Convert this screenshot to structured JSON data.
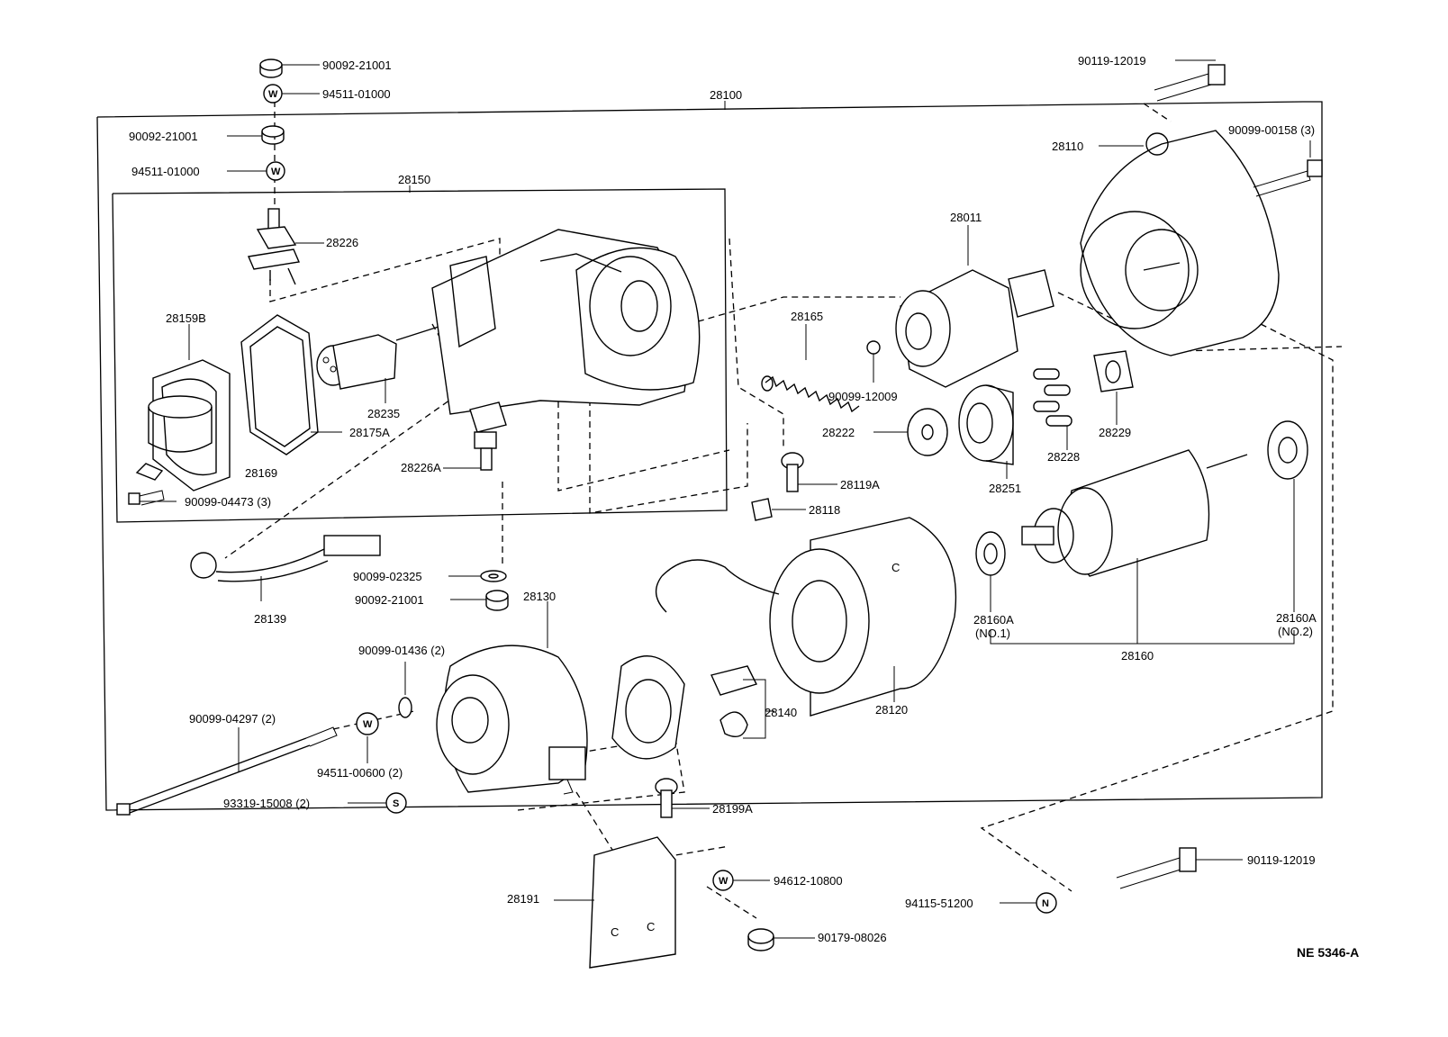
{
  "diagram": {
    "reference": "NE 5346-A",
    "assembly": "28100",
    "parts": {
      "p90092_21001_top": "90092-21001",
      "p94511_01000_top": "94511-01000",
      "p90092_21001_b": "90092-21001",
      "p94511_01000_b": "94511-01000",
      "p28150": "28150",
      "p28226": "28226",
      "p28159B": "28159B",
      "p28235": "28235",
      "p28175A": "28175A",
      "p28169": "28169",
      "p90099_04473": "90099-04473 (3)",
      "p28226A": "28226A",
      "p28139": "28139",
      "p90099_02325": "90099-02325",
      "p90092_21001_c": "90092-21001",
      "p28130": "28130",
      "p90099_01436": "90099-01436 (2)",
      "p90099_04297": "90099-04297 (2)",
      "p94511_00600": "94511-00600 (2)",
      "p93319_15008": "93319-15008 (2)",
      "p28191": "28191",
      "p94612_10800": "94612-10800",
      "p90179_08026": "90179-08026",
      "p28199A": "28199A",
      "p28140": "28140",
      "p28120": "28120",
      "p28119A": "28119A",
      "p28118": "28118",
      "p28165": "28165",
      "p90099_12009": "90099-12009",
      "p28222": "28222",
      "p28011": "28011",
      "p28251": "28251",
      "p28228": "28228",
      "p28229": "28229",
      "p28110": "28110",
      "p90119_12019_top": "90119-12019",
      "p90099_00158": "90099-00158 (3)",
      "p28160A_1": "28160A",
      "p28160A_1_note": "(NO.1)",
      "p28160A_2": "28160A",
      "p28160A_2_note": "(NO.2)",
      "p28160": "28160",
      "p90119_12019_b": "90119-12019",
      "p94115_51200": "94115-51200"
    },
    "symbols": {
      "washer_w": "W",
      "screw_s": "S",
      "nut_n": "N",
      "case_c": "C"
    }
  }
}
